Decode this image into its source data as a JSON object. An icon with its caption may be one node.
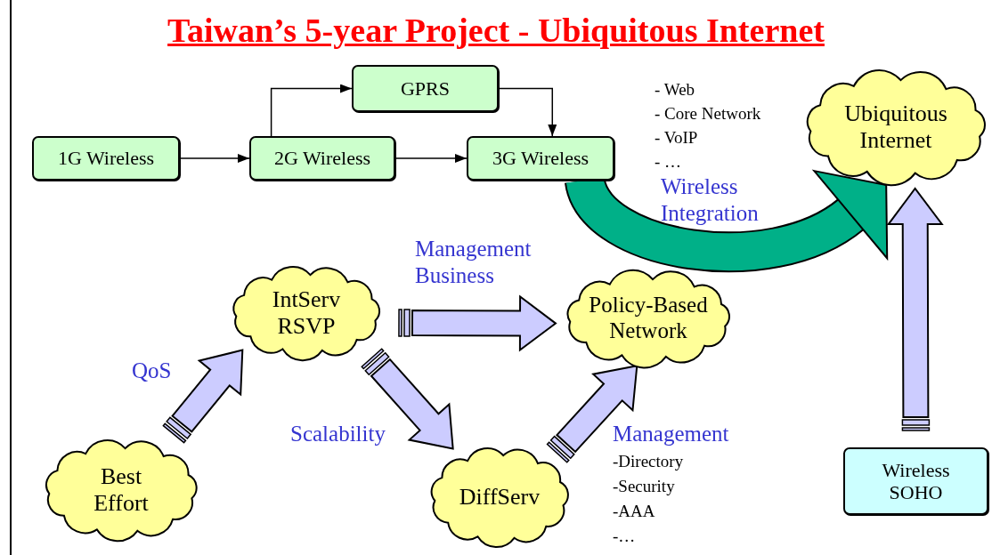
{
  "diagram": {
    "title": "Taiwan’s 5-year Project - Ubiquitous Internet",
    "nodes": [
      {
        "text": [
          "1G Wireless"
        ]
      },
      {
        "text": [
          "2G Wireless"
        ]
      },
      {
        "text": [
          "GPRS"
        ]
      },
      {
        "text": [
          "3G Wireless"
        ]
      },
      {
        "text": [
          "Ubiquitous Internet"
        ]
      },
      {
        "text": [
          "IntServ RSVP"
        ]
      },
      {
        "text": [
          "Policy-Based Network"
        ]
      },
      {
        "text": [
          "Best Effort"
        ]
      },
      {
        "text": [
          "DiffServ"
        ]
      },
      {
        "text": [
          "Wireless SOHO"
        ]
      }
    ],
    "edges": [
      {
        "from": 0,
        "to": 1,
        "arrow": "to"
      },
      {
        "from": 1,
        "to": 2,
        "arrow": "to"
      },
      {
        "from": 1,
        "to": 3,
        "arrow": "to"
      },
      {
        "from": 2,
        "to": 3,
        "arrow": "to"
      },
      {
        "from": 3,
        "to": 4,
        "arrow": "to",
        "label": "Wireless Integration",
        "style": "thick",
        "color": "#00b088"
      },
      {
        "from": 7,
        "to": 5,
        "arrow": "to",
        "label": "QoS",
        "style": "thick",
        "color": "#ccccff"
      },
      {
        "from": 5,
        "to": 6,
        "arrow": "to",
        "label": "Management Business",
        "style": "thick",
        "color": "#ccccff"
      },
      {
        "from": 5,
        "to": 8,
        "arrow": "to",
        "label": "Scalability",
        "style": "thick",
        "color": "#ccccff"
      },
      {
        "from": 8,
        "to": 6,
        "arrow": "to",
        "label": "Management",
        "style": "thick",
        "color": "#ccccff"
      },
      {
        "from": 9,
        "to": 4,
        "arrow": "to",
        "style": "thick",
        "color": "#ccccff"
      }
    ],
    "labels": [
      "- Web",
      "- Core Network",
      "- VoIP",
      "- …",
      "-Directory",
      "-Security",
      "-AAA",
      "-…"
    ]
  }
}
